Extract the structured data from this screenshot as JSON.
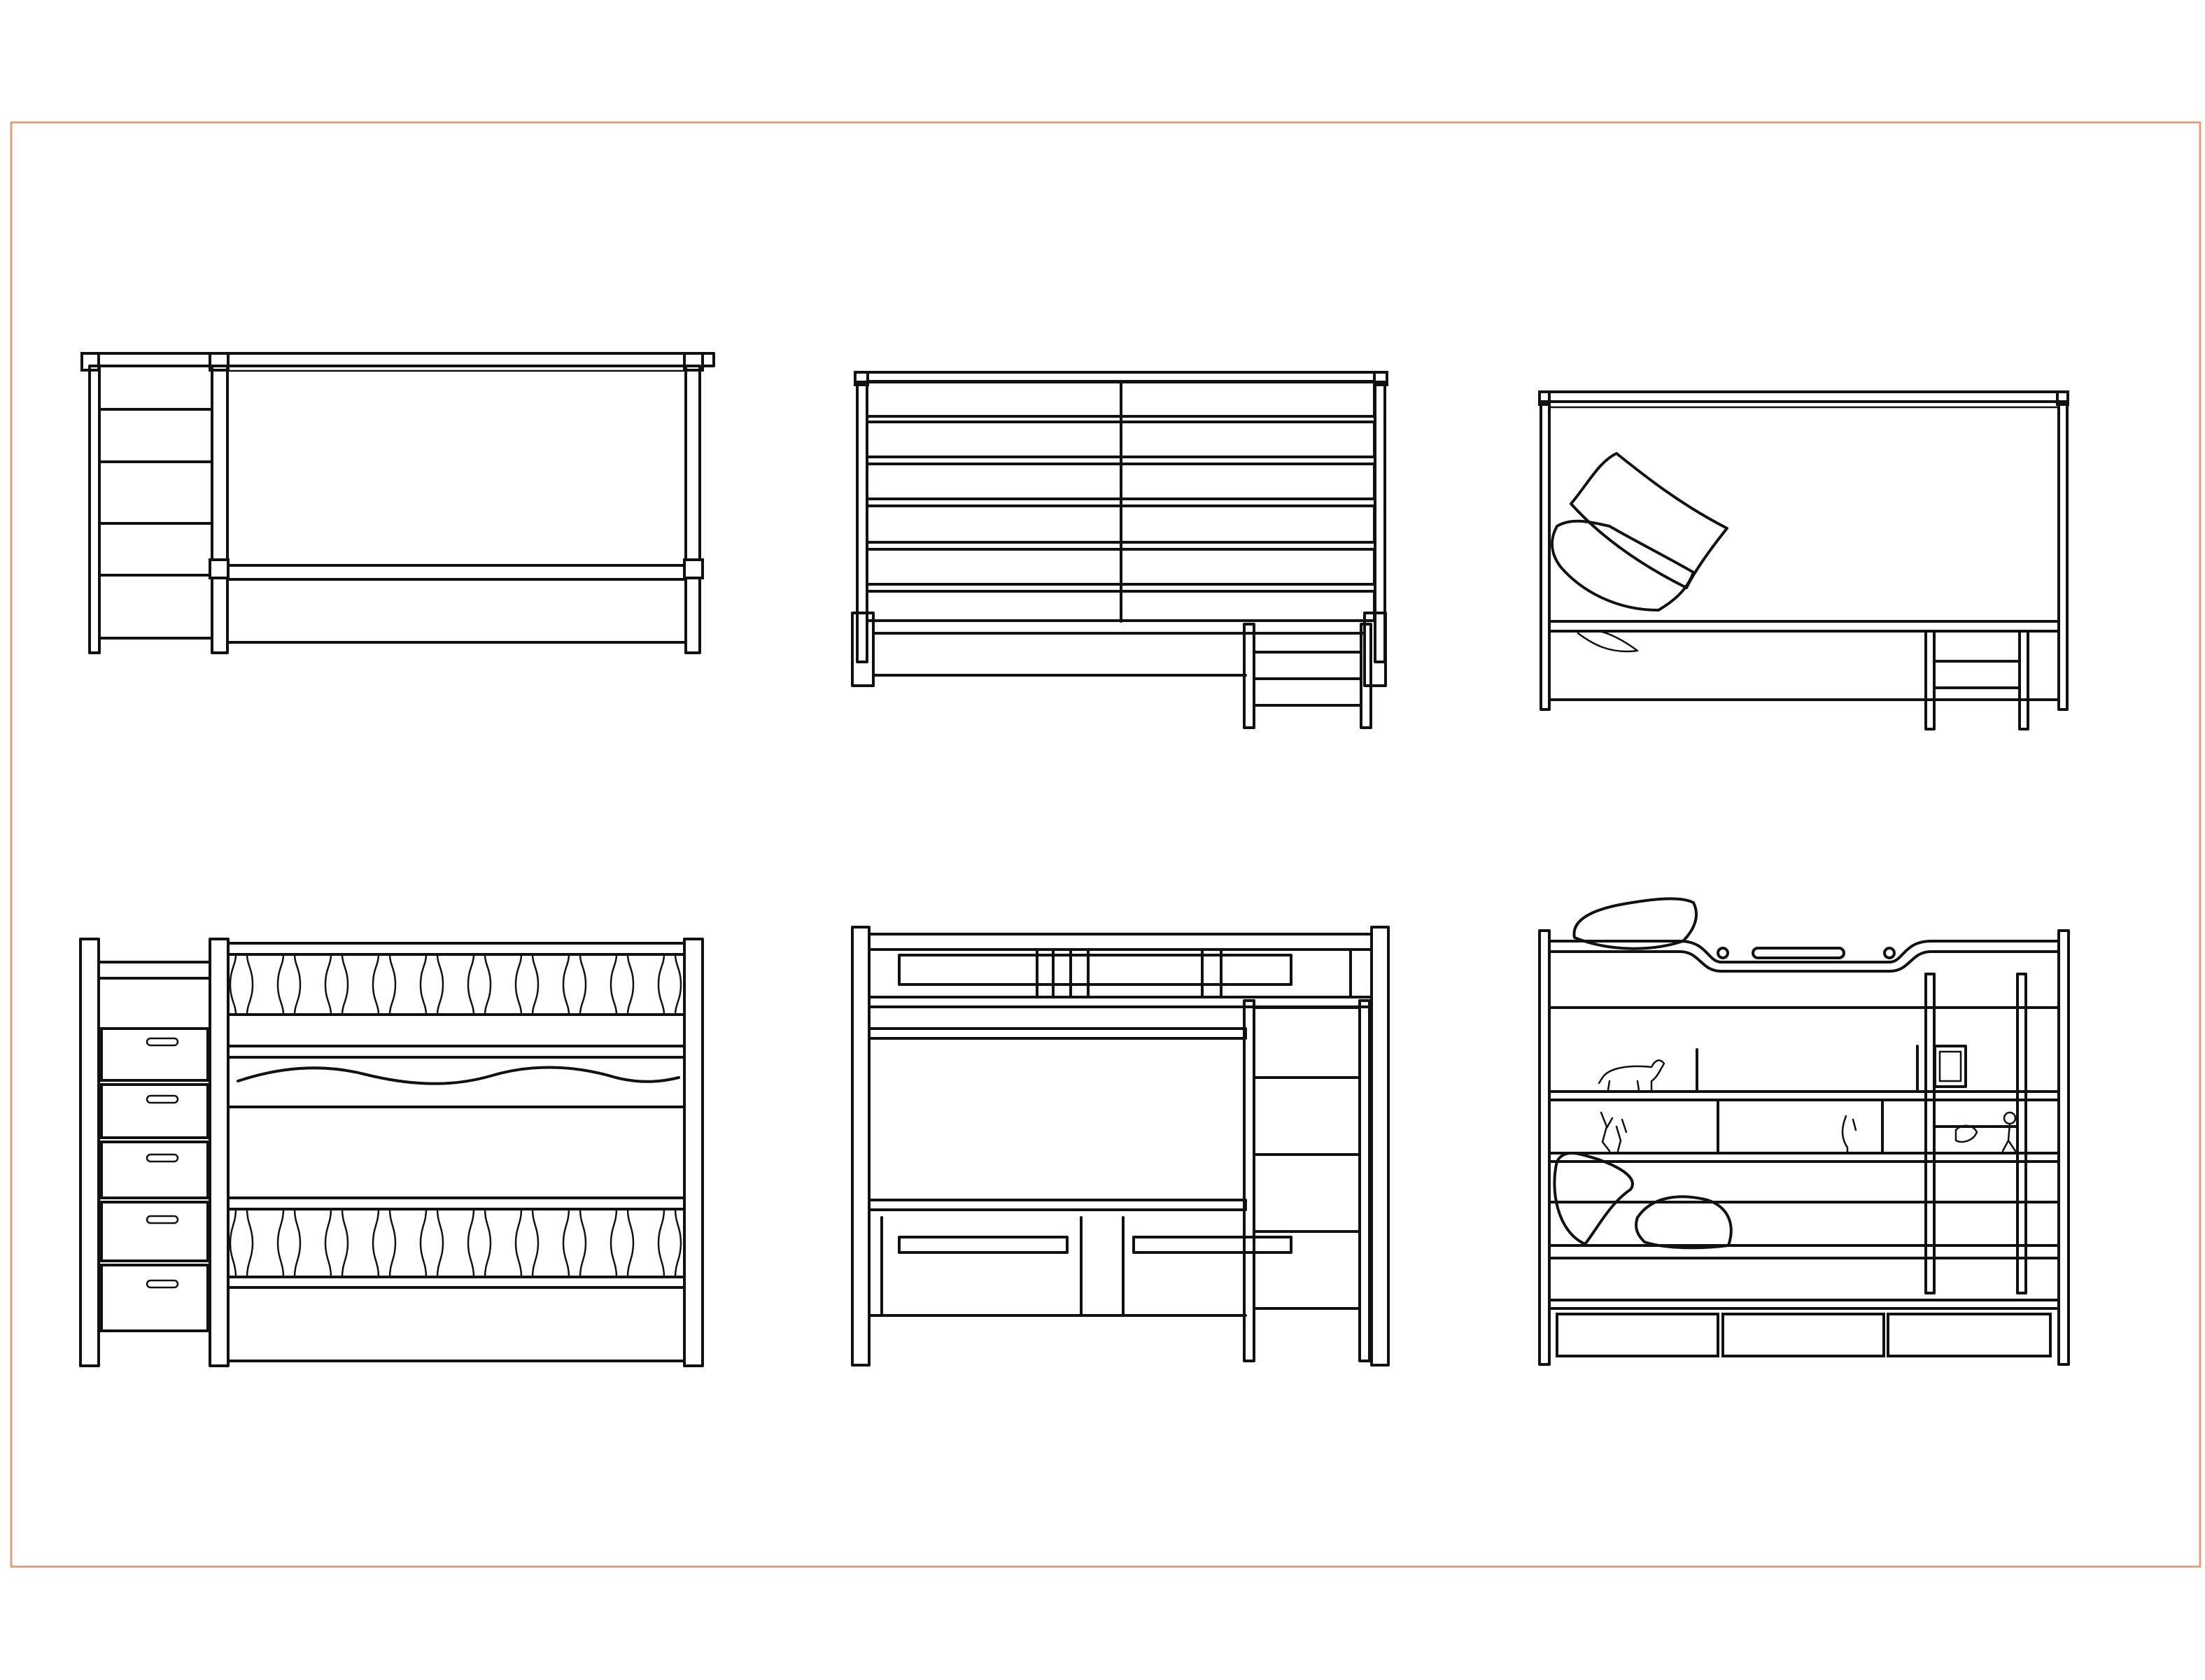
{
  "sheet": {
    "border_color": "#d9a27a",
    "line_color": "#111111",
    "background": "#ffffff"
  },
  "drawings": [
    {
      "id": "bed-elevation-1",
      "kind": "loft bed with stair drawers, side elevation"
    },
    {
      "id": "bed-elevation-2",
      "kind": "bed with horizontal slat panels and short ladder"
    },
    {
      "id": "bed-elevation-3",
      "kind": "bed with pillows and ladder"
    },
    {
      "id": "bunk-elevation-4",
      "kind": "bunk bed with baluster rails and stair drawers"
    },
    {
      "id": "bunk-elevation-5",
      "kind": "bunk bed with side ladder"
    },
    {
      "id": "bunk-elevation-6",
      "kind": "loft bunk with shelves, toys, pillows and storage drawers"
    }
  ]
}
